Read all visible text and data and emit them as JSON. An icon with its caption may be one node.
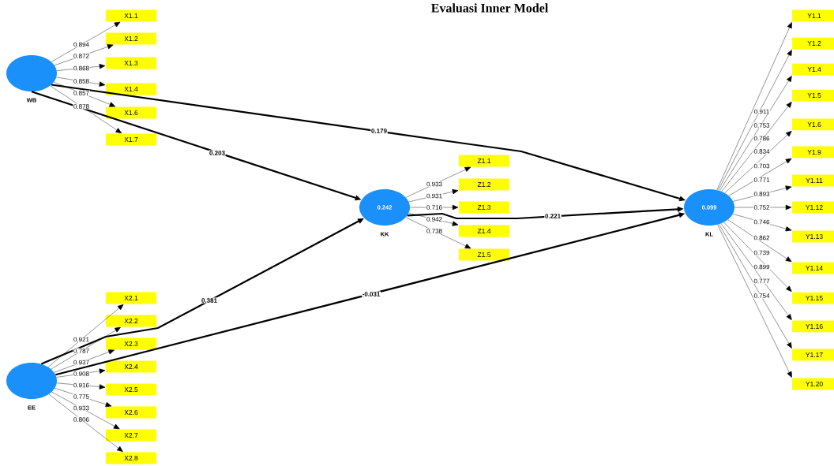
{
  "diagram": {
    "title": "Evaluasi Inner Model",
    "nodes": [
      {
        "text": [
          "WB"
        ]
      },
      {
        "text": [
          "X1.1"
        ]
      },
      {
        "text": [
          "X1.2"
        ]
      },
      {
        "text": [
          "X1.3"
        ]
      },
      {
        "text": [
          "X1.4"
        ]
      },
      {
        "text": [
          "X1.6"
        ]
      },
      {
        "text": [
          "X1.7"
        ]
      },
      {
        "text": [
          "EE"
        ]
      },
      {
        "text": [
          "X2.1"
        ]
      },
      {
        "text": [
          "X2.2"
        ]
      },
      {
        "text": [
          "X2.3"
        ]
      },
      {
        "text": [
          "X2.4"
        ]
      },
      {
        "text": [
          "X2.5"
        ]
      },
      {
        "text": [
          "X2.6"
        ]
      },
      {
        "text": [
          "X2.7"
        ]
      },
      {
        "text": [
          "X2.8"
        ]
      },
      {
        "text": [
          "0.242",
          "KK"
        ]
      },
      {
        "text": [
          "Z1.1"
        ]
      },
      {
        "text": [
          "Z1.2"
        ]
      },
      {
        "text": [
          "Z1.3"
        ]
      },
      {
        "text": [
          "Z1.4"
        ]
      },
      {
        "text": [
          "Z1.5"
        ]
      },
      {
        "text": [
          "0.099",
          "KL"
        ]
      },
      {
        "text": [
          "Y1.1"
        ]
      },
      {
        "text": [
          "Y1.2"
        ]
      },
      {
        "text": [
          "Y1.4"
        ]
      },
      {
        "text": [
          "Y1.5"
        ]
      },
      {
        "text": [
          "Y1.6"
        ]
      },
      {
        "text": [
          "Y1.9"
        ]
      },
      {
        "text": [
          "Y1.11"
        ]
      },
      {
        "text": [
          "Y1.12"
        ]
      },
      {
        "text": [
          "Y1.13"
        ]
      },
      {
        "text": [
          "Y1.14"
        ]
      },
      {
        "text": [
          "Y1.15"
        ]
      },
      {
        "text": [
          "Y1.16"
        ]
      },
      {
        "text": [
          "Y1.17"
        ]
      },
      {
        "text": [
          "Y1.20"
        ]
      }
    ],
    "edges": [
      {
        "from": 0,
        "to": 1,
        "arrow": "to",
        "label": "0.894"
      },
      {
        "from": 0,
        "to": 2,
        "arrow": "to",
        "label": "0.872"
      },
      {
        "from": 0,
        "to": 3,
        "arrow": "to",
        "label": "0.868"
      },
      {
        "from": 0,
        "to": 4,
        "arrow": "to",
        "label": "0.858"
      },
      {
        "from": 0,
        "to": 5,
        "arrow": "to",
        "label": "0.857"
      },
      {
        "from": 0,
        "to": 6,
        "arrow": "to",
        "label": "0.878"
      },
      {
        "from": 7,
        "to": 8,
        "arrow": "to",
        "label": "0.921"
      },
      {
        "from": 7,
        "to": 9,
        "arrow": "to",
        "label": "0.787"
      },
      {
        "from": 7,
        "to": 10,
        "arrow": "to",
        "label": "0.937"
      },
      {
        "from": 7,
        "to": 11,
        "arrow": "to",
        "label": "0.908"
      },
      {
        "from": 7,
        "to": 12,
        "arrow": "to",
        "label": "0.916"
      },
      {
        "from": 7,
        "to": 13,
        "arrow": "to",
        "label": "0.775"
      },
      {
        "from": 7,
        "to": 14,
        "arrow": "to",
        "label": "0.933"
      },
      {
        "from": 7,
        "to": 15,
        "arrow": "to",
        "label": "0.806"
      },
      {
        "from": 16,
        "to": 17,
        "arrow": "to",
        "label": "0.933"
      },
      {
        "from": 16,
        "to": 18,
        "arrow": "to",
        "label": "0.931"
      },
      {
        "from": 16,
        "to": 19,
        "arrow": "to",
        "label": "0.716"
      },
      {
        "from": 16,
        "to": 20,
        "arrow": "to",
        "label": "0.942"
      },
      {
        "from": 16,
        "to": 21,
        "arrow": "to",
        "label": "0.738"
      },
      {
        "from": 22,
        "to": 23,
        "arrow": "to",
        "label": "0.911"
      },
      {
        "from": 22,
        "to": 24,
        "arrow": "to",
        "label": "0.753"
      },
      {
        "from": 22,
        "to": 25,
        "arrow": "to",
        "label": "0.786"
      },
      {
        "from": 22,
        "to": 26,
        "arrow": "to",
        "label": "0.834"
      },
      {
        "from": 22,
        "to": 27,
        "arrow": "to",
        "label": "0.703"
      },
      {
        "from": 22,
        "to": 28,
        "arrow": "to",
        "label": "0.771"
      },
      {
        "from": 22,
        "to": 29,
        "arrow": "to",
        "label": "0.893"
      },
      {
        "from": 22,
        "to": 30,
        "arrow": "to",
        "label": "0.752"
      },
      {
        "from": 22,
        "to": 31,
        "arrow": "to",
        "label": "0.746"
      },
      {
        "from": 22,
        "to": 32,
        "arrow": "to",
        "label": "0.862"
      },
      {
        "from": 22,
        "to": 33,
        "arrow": "to",
        "label": "0.739"
      },
      {
        "from": 22,
        "to": 34,
        "arrow": "to",
        "label": "0.899"
      },
      {
        "from": 22,
        "to": 35,
        "arrow": "to",
        "label": "0.777"
      },
      {
        "from": 22,
        "to": 36,
        "arrow": "to",
        "label": "0.754"
      },
      {
        "from": 0,
        "to": 16,
        "arrow": "to",
        "label": "0.203",
        "style": "thick"
      },
      {
        "from": 0,
        "to": 22,
        "arrow": "to",
        "label": "0.179",
        "style": "thick"
      },
      {
        "from": 7,
        "to": 16,
        "arrow": "to",
        "label": "0.381",
        "style": "thick"
      },
      {
        "from": 7,
        "to": 22,
        "arrow": "to",
        "label": "-0.031",
        "style": "thick"
      },
      {
        "from": 16,
        "to": 22,
        "arrow": "to",
        "label": "0.221",
        "style": "thick"
      }
    ]
  }
}
